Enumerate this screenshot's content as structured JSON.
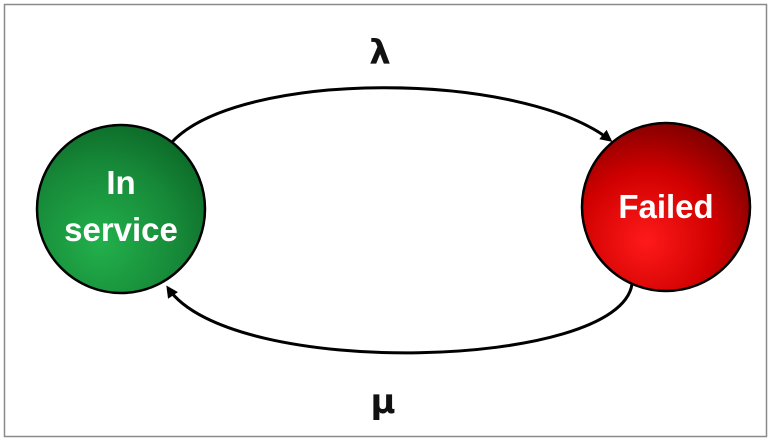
{
  "nodes": {
    "in_service": {
      "label_line1": "In",
      "label_line2": "service",
      "color": "#1a8a3a"
    },
    "failed": {
      "label": "Failed",
      "color": "#c00000"
    }
  },
  "edges": {
    "failure_rate": {
      "label": "λ"
    },
    "repair_rate": {
      "label": "μ"
    }
  },
  "colors": {
    "frame": "#8a8a8a",
    "line": "#000000"
  }
}
